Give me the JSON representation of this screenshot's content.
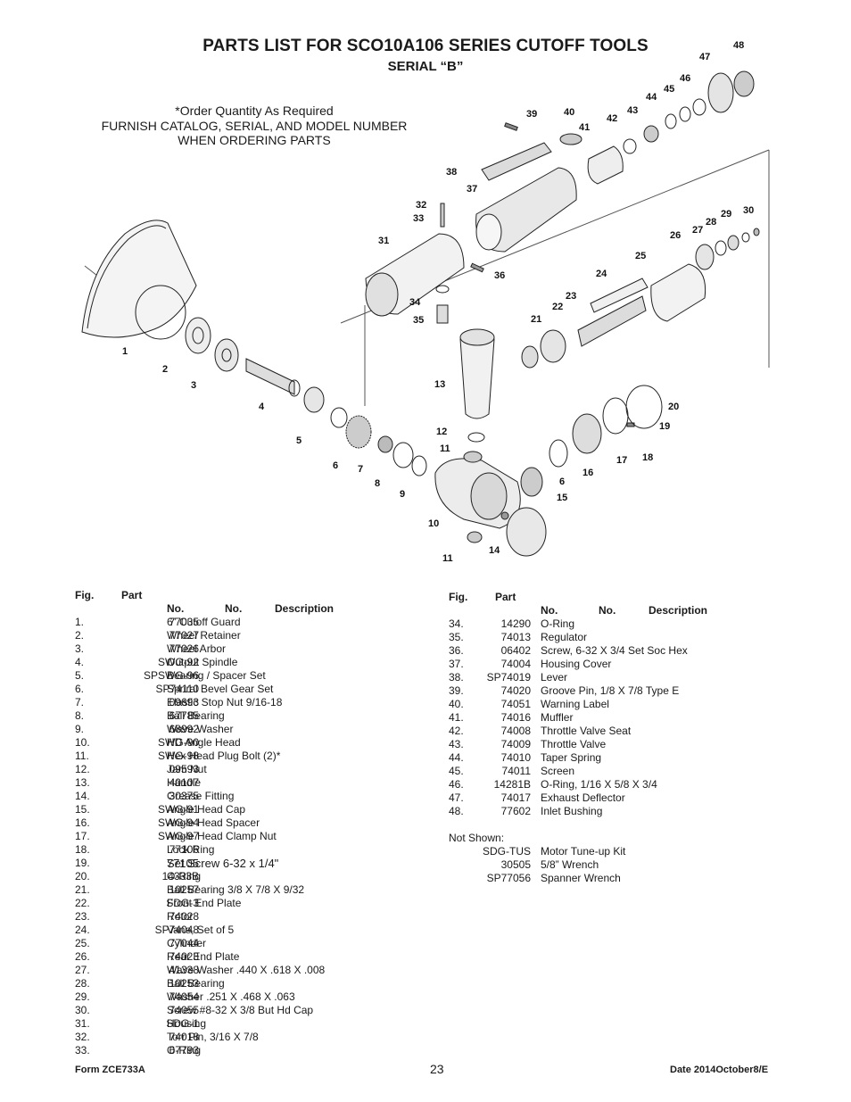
{
  "header": {
    "title": "PARTS LIST FOR SCO10A106 SERIES CUTOFF TOOLS",
    "subtitle": "SERIAL “B”"
  },
  "notes": [
    "*Order Quantity As Required",
    "FURNISH CATALOG, SERIAL, AND MODEL NUMBER",
    "WHEN ORDERING PARTS"
  ],
  "diagram": {
    "callouts": [
      "48",
      "47",
      "46",
      "45",
      "44",
      "43",
      "42",
      "41",
      "40",
      "39",
      "38",
      "37",
      "32",
      "33",
      "31",
      "36",
      "34",
      "35",
      "30",
      "29",
      "28",
      "27",
      "26",
      "25",
      "24",
      "23",
      "22",
      "21",
      "1",
      "2",
      "3",
      "4",
      "5",
      "6",
      "7",
      "8",
      "9",
      "10",
      "11",
      "11",
      "12",
      "13",
      "14",
      "15",
      "6",
      "16",
      "17",
      "18",
      "19",
      "20"
    ]
  },
  "table_headers": {
    "fig": "Fig.",
    "part": "Part",
    "no1": "No.",
    "no2": "No.",
    "desc": "Description"
  },
  "left_rows": [
    {
      "fig": "1.",
      "part": "77035",
      "desc": "6” Cutoff Guard"
    },
    {
      "fig": "2.",
      "part": "77027",
      "desc": "Wheel Retainer"
    },
    {
      "fig": "3.",
      "part": "77026",
      "desc": "Wheel Arbor"
    },
    {
      "fig": "4.",
      "part": "SWG-92",
      "desc": "Output Spindle"
    },
    {
      "fig": "5.",
      "part": "SPSWG-96",
      "desc": "Bearing / Spacer Set"
    },
    {
      "fig": "6.",
      "part": "SP74110",
      "desc": "Spriral Bevel Gear Set"
    },
    {
      "fig": "7.",
      "part": "09693",
      "desc": "Elastic Stop Nut 9/16-18"
    },
    {
      "fig": "8.",
      "part": "67785",
      "desc": "Ball Bearing"
    },
    {
      "fig": "9.",
      "part": "68992",
      "desc": "Wave Washer"
    },
    {
      "fig": "10.",
      "part": "SWG-90",
      "desc": "HD Angle Head"
    },
    {
      "fig": "11.",
      "part": "SWG-98",
      "desc": "Hex Head Plug Bolt (2)*"
    },
    {
      "fig": "12.",
      "part": "09593",
      "desc": "Jam Nut"
    },
    {
      "fig": "13.",
      "part": "40107",
      "desc": "Handle"
    },
    {
      "fig": "14.",
      "part": "30375",
      "desc": "Grease Fitting"
    },
    {
      "fig": "15.",
      "part": "SWG-91",
      "desc": "Angle Head Cap"
    },
    {
      "fig": "16.",
      "part": "SWG-94",
      "desc": "Angle Head Spacer"
    },
    {
      "fig": "17.",
      "part": "SWG-97",
      "desc": "Angle Head Clamp Nut"
    },
    {
      "fig": "18.",
      "part": "77106",
      "desc": "Lock Ring"
    },
    {
      "fig": "19.",
      "part": "77105",
      "desc": "Set Screw 6-32 x 1/4\""
    },
    {
      "fig": "20.",
      "part": "14333B",
      "desc": "O-Ring"
    },
    {
      "fig": "21.",
      "part": "10257",
      "desc": "Ball Bearing 3/8 X 7/8 X 9/32"
    },
    {
      "fig": "22.",
      "part": "SDG-3",
      "desc": "Front End Plate"
    },
    {
      "fig": "23.",
      "part": "74028",
      "desc": "Rotor"
    },
    {
      "fig": "24.",
      "part": "SP74048",
      "desc": "Vane, Set of 5"
    },
    {
      "fig": "25.",
      "part": "77044",
      "desc": "Cylinder"
    },
    {
      "fig": "26.",
      "part": "74023",
      "desc": "Rear End Plate"
    },
    {
      "fig": "27.",
      "part": "41338",
      "desc": "Wave Washer .440 X .618 X .008"
    },
    {
      "fig": "28.",
      "part": "10253",
      "desc": "Ball Bearing"
    },
    {
      "fig": "29.",
      "part": "74054",
      "desc": "Washer .251 X .468 X .063"
    },
    {
      "fig": "30.",
      "part": "74055",
      "desc": "Screw #8-32 X 3/8 But Hd Cap"
    },
    {
      "fig": "31.",
      "part": "SDG-1",
      "desc": "Housing"
    },
    {
      "fig": "32.",
      "part": "74018",
      "desc": "Torr Pin, 3/16 X 7/8"
    },
    {
      "fig": "33.",
      "part": "67793",
      "desc": "O-Ring"
    }
  ],
  "right_rows": [
    {
      "fig": "34.",
      "part": "14290",
      "desc": "O-Ring"
    },
    {
      "fig": "35.",
      "part": "74013",
      "desc": "Regulator"
    },
    {
      "fig": "36.",
      "part": "06402",
      "desc": "Screw, 6-32 X 3/4 Set Soc Hex"
    },
    {
      "fig": "37.",
      "part": "74004",
      "desc": "Housing Cover"
    },
    {
      "fig": "38.",
      "part": "SP74019",
      "desc": "Lever"
    },
    {
      "fig": "39.",
      "part": "74020",
      "desc": "Groove Pin, 1/8 X 7/8 Type E"
    },
    {
      "fig": "40.",
      "part": "74051",
      "desc": "Warning Label"
    },
    {
      "fig": "41.",
      "part": "74016",
      "desc": "Muffler"
    },
    {
      "fig": "42.",
      "part": "74008",
      "desc": "Throttle Valve Seat"
    },
    {
      "fig": "43.",
      "part": "74009",
      "desc": "Throttle Valve"
    },
    {
      "fig": "44.",
      "part": "74010",
      "desc": "Taper Spring"
    },
    {
      "fig": "45.",
      "part": "74011",
      "desc": "Screen"
    },
    {
      "fig": "46.",
      "part": "14281B",
      "desc": "O-Ring, 1/16 X 5/8 X 3/4"
    },
    {
      "fig": "47.",
      "part": "74017",
      "desc": "Exhaust Deflector"
    },
    {
      "fig": "48.",
      "part": "77602",
      "desc": "Inlet Bushing"
    }
  ],
  "not_shown": {
    "label": "Not Shown:",
    "rows": [
      {
        "part": "SDG-TUS",
        "desc": "Motor Tune-up Kit"
      },
      {
        "part": "30505",
        "desc": "5/8” Wrench"
      },
      {
        "part": "SP77056",
        "desc": "Spanner Wrench"
      }
    ]
  },
  "footer": {
    "form": "Form ZCE733A",
    "page": "23",
    "date": "Date 2014October8/E"
  }
}
